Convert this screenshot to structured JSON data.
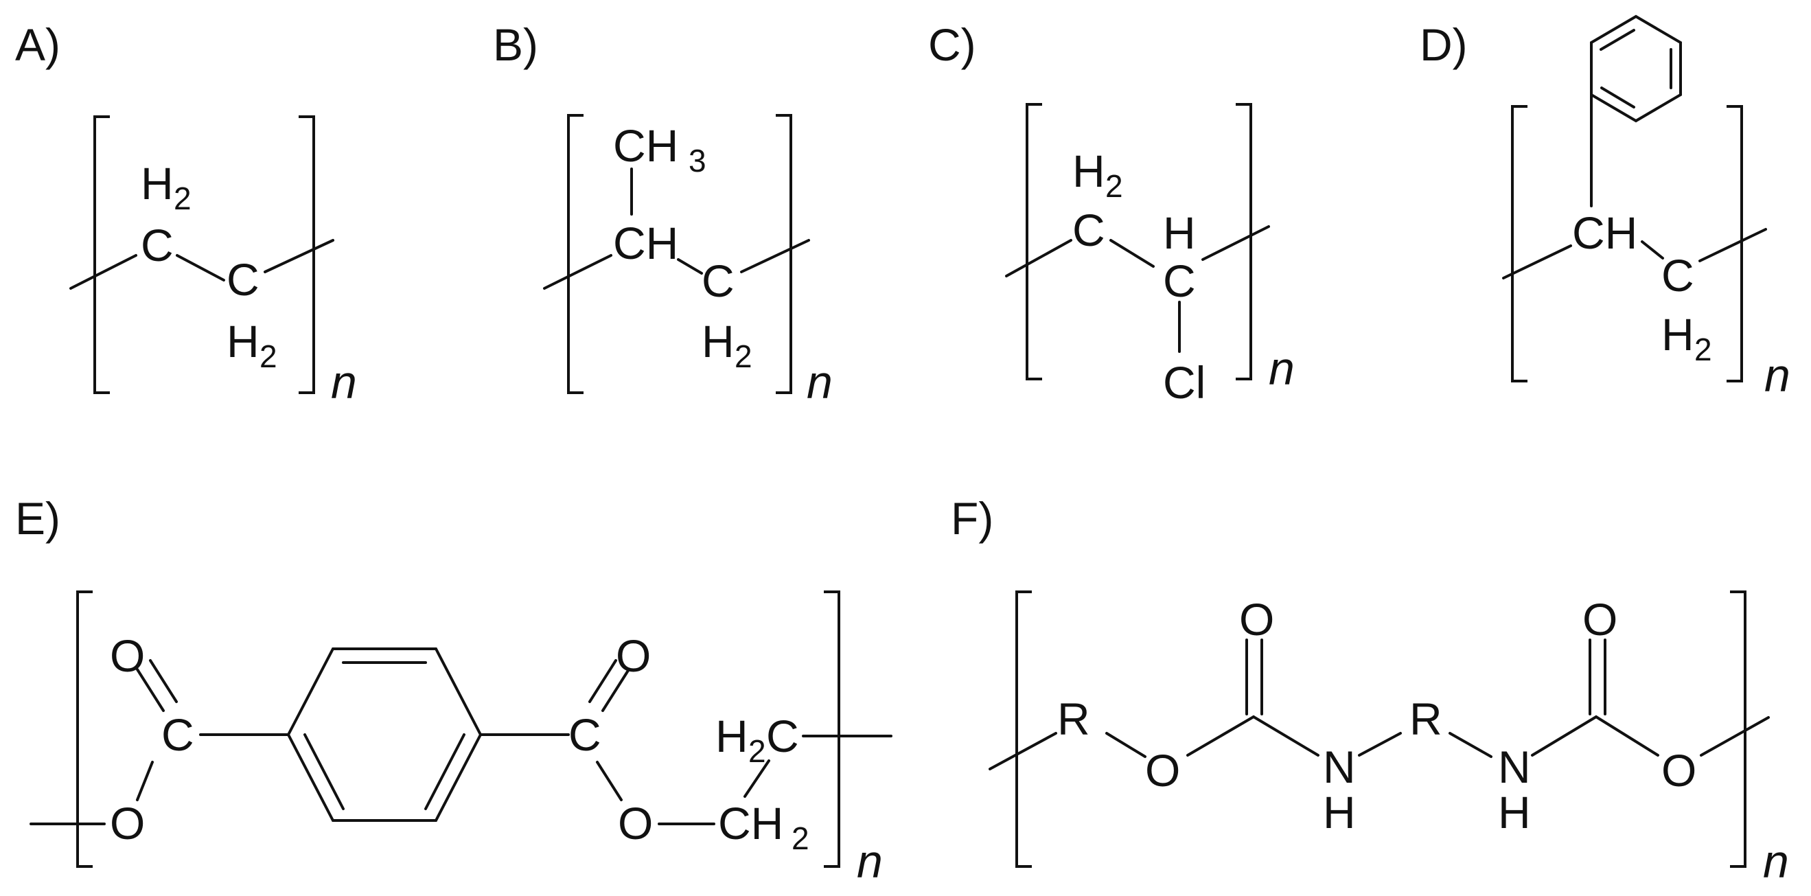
{
  "figure": {
    "panels": [
      {
        "id": "A",
        "label": "A)",
        "repeat": "n"
      },
      {
        "id": "B",
        "label": "B)",
        "repeat": "n"
      },
      {
        "id": "C",
        "label": "C)",
        "repeat": "n"
      },
      {
        "id": "D",
        "label": "D)",
        "repeat": "n"
      },
      {
        "id": "E",
        "label": "E)",
        "repeat": "n"
      },
      {
        "id": "F",
        "label": "F)",
        "repeat": "n"
      }
    ],
    "atoms": {
      "C": "C",
      "H": "H",
      "CH": "CH",
      "CH3_base": "CH",
      "Cl": "Cl",
      "O": "O",
      "N": "N",
      "R": "R",
      "sub2": "2",
      "sub3": "3"
    }
  },
  "colors": {
    "ink": "#111111",
    "background": "#ffffff"
  }
}
